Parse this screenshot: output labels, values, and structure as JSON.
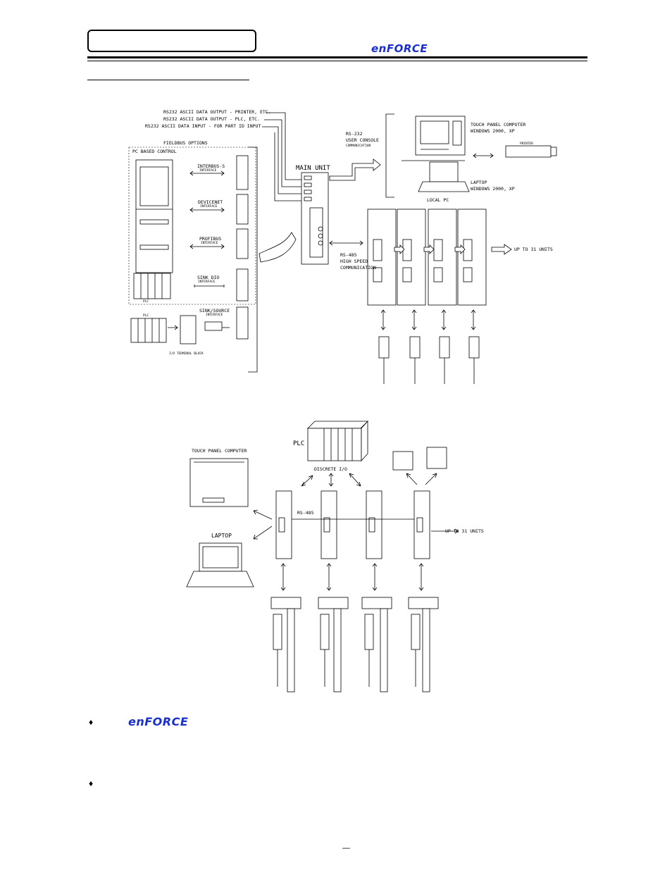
{
  "header": {
    "logo": "enFORCE",
    "brand_color": "#1a2fd0"
  },
  "diagram1": {
    "rs232_outputs": [
      "RS232 ASCII DATA OUTPUT - PRINTER, ETC.",
      "RS232 ASCII DATA OUTPUT - PLC, ETC.",
      "RS232 ASCII DATA INPUT - FOR PART ID INPUT"
    ],
    "fieldbus_options": "FIELDBUS OPTIONS",
    "pc_based_control": "PC BASED CONTROL",
    "interfaces": [
      {
        "name": "INTERBUS-S",
        "sub": "INTERFACE"
      },
      {
        "name": "DEVICENET",
        "sub": "INTERFACE"
      },
      {
        "name": "PROFIBUS",
        "sub": "INTERFACE"
      },
      {
        "name": "SINK DIO",
        "sub": "INTERFACE"
      },
      {
        "name": "SINK/SOURCE",
        "sub": "INTERFACE"
      }
    ],
    "plc_label": "PLC",
    "io_terminal_block": "I/O TERMINAL BLOCK",
    "main_unit": "MAIN UNIT",
    "rs232_console": [
      "RS-232",
      "USER CONSOLE",
      "COMMUNICATION"
    ],
    "touch_panel": [
      "TOUCH PANEL COMPUTER",
      "WINDOWS 2000, XP"
    ],
    "printer": "PRINTER",
    "laptop": [
      "LAPTOP",
      "WINDOWS 2000, XP"
    ],
    "local_pc": "LOCAL PC",
    "rs485": [
      "RS-485",
      "HIGH SPEED",
      "COMMUNICATION"
    ],
    "up_to": "UP TO 31 UNITS"
  },
  "diagram2": {
    "plc": "PLC",
    "touch_panel": "TOUCH PANEL COMPUTER",
    "discrete_io": "DISCRETE I/O",
    "rs485": "RS-485",
    "laptop": "LAPTOP",
    "up_to": "UP TO 31 UNITS"
  },
  "bullets": [
    {
      "symbol": "♦",
      "logo": "enFORCE"
    },
    {
      "symbol": "♦"
    }
  ],
  "footer": {
    "page_mark": "—"
  }
}
